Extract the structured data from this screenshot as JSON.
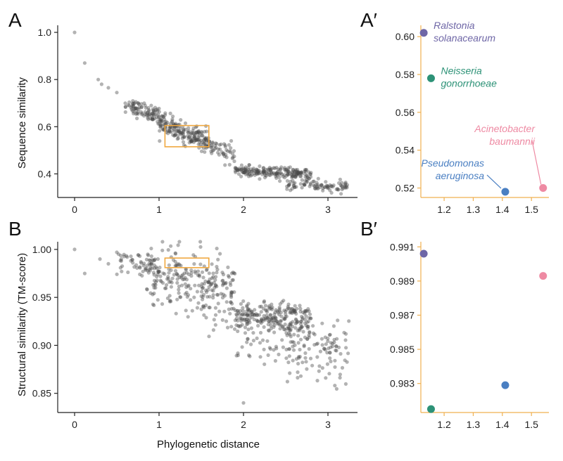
{
  "figure": {
    "shared_xlabel": "Phylogenetic distance"
  },
  "colors": {
    "cloud": "#4a4a4a",
    "highlight_box": "#f0a840",
    "zoom_axis": "#f0b050",
    "ralstonia": "#6e66a6",
    "neisseria": "#2d9277",
    "acinetobacter": "#ee8aa3",
    "pseudomonas": "#4a7fc2"
  },
  "chart_data": [
    {
      "panel": "A",
      "type": "scatter",
      "title": "",
      "xlabel": "",
      "ylabel": "Sequence similarity",
      "xlim": [
        -0.2,
        3.35
      ],
      "ylim": [
        0.3,
        1.03
      ],
      "xticks": [
        "0",
        "1",
        "2",
        "3"
      ],
      "yticks": [
        "1.0",
        "0.8",
        "0.6",
        "0.4"
      ],
      "grid": false,
      "highlight_box": {
        "x": [
          1.07,
          1.59
        ],
        "y": [
          0.515,
          0.605
        ]
      },
      "anchor_points": [
        {
          "x": 0.0,
          "y": 1.0
        },
        {
          "x": 0.12,
          "y": 0.87
        },
        {
          "x": 0.28,
          "y": 0.8
        },
        {
          "x": 0.32,
          "y": 0.78
        },
        {
          "x": 0.4,
          "y": 0.765
        },
        {
          "x": 0.5,
          "y": 0.745
        },
        {
          "x": 0.6,
          "y": 0.7
        }
      ],
      "clusters": [
        {
          "x": [
            0.6,
            1.0
          ],
          "center": 0.67,
          "slope": -0.1,
          "spread": 0.017,
          "count": 90
        },
        {
          "x": [
            1.0,
            1.6
          ],
          "center": 0.575,
          "slope": -0.14,
          "spread": 0.022,
          "count": 200
        },
        {
          "x": [
            1.6,
            1.9
          ],
          "center": 0.5,
          "slope": -0.15,
          "spread": 0.02,
          "count": 45
        },
        {
          "x": [
            1.9,
            2.8
          ],
          "center": 0.405,
          "slope": -0.015,
          "spread": 0.012,
          "count": 200
        },
        {
          "x": [
            2.5,
            3.25
          ],
          "center": 0.35,
          "slope": -0.01,
          "spread": 0.012,
          "count": 90
        }
      ]
    },
    {
      "panel": "A′",
      "type": "scatter",
      "title": "",
      "xlabel": "",
      "ylabel": "",
      "xlim": [
        1.12,
        1.56
      ],
      "ylim": [
        0.515,
        0.606
      ],
      "xticks": [
        "1.2",
        "1.3",
        "1.4",
        "1.5"
      ],
      "yticks": [
        "0.60",
        "0.58",
        "0.56",
        "0.54",
        "0.52"
      ],
      "grid": false,
      "points": [
        {
          "name_l1": "Ralstonia",
          "name_l2": "solanacearum",
          "x": 1.13,
          "y": 0.602,
          "color": "ralstonia"
        },
        {
          "name_l1": "Neisseria",
          "name_l2": "gonorrhoeae",
          "x": 1.155,
          "y": 0.578,
          "color": "neisseria"
        },
        {
          "name_l1": "Acinetobacter",
          "name_l2": "baumannii",
          "x": 1.54,
          "y": 0.52,
          "color": "acinetobacter"
        },
        {
          "name_l1": "Pseudomonas",
          "name_l2": "aeruginosa",
          "x": 1.41,
          "y": 0.518,
          "color": "pseudomonas"
        }
      ]
    },
    {
      "panel": "B",
      "type": "scatter",
      "title": "",
      "xlabel": "Phylogenetic distance",
      "ylabel": "Structural similarity (TM-score)",
      "xlim": [
        -0.2,
        3.35
      ],
      "ylim": [
        0.83,
        1.008
      ],
      "xticks": [
        "0",
        "1",
        "2",
        "3"
      ],
      "yticks": [
        "1.00",
        "0.95",
        "0.90",
        "0.85"
      ],
      "grid": false,
      "highlight_box": {
        "x": [
          1.07,
          1.59
        ],
        "y": [
          0.981,
          0.991
        ]
      },
      "anchor_points": [
        {
          "x": 0.0,
          "y": 1.0
        },
        {
          "x": 0.12,
          "y": 0.975
        },
        {
          "x": 0.3,
          "y": 0.99
        },
        {
          "x": 0.4,
          "y": 0.985
        },
        {
          "x": 0.5,
          "y": 0.997
        },
        {
          "x": 2.0,
          "y": 0.84
        }
      ],
      "clusters": [
        {
          "x": [
            0.5,
            1.0
          ],
          "center": 0.985,
          "slope": 0.0,
          "spread": 0.006,
          "count": 55
        },
        {
          "x": [
            0.85,
            1.9
          ],
          "center": 0.965,
          "slope": -0.02,
          "spread": 0.018,
          "count": 260
        },
        {
          "x": [
            1.9,
            2.8
          ],
          "center": 0.928,
          "slope": -0.003,
          "spread": 0.008,
          "count": 240
        },
        {
          "x": [
            1.9,
            2.6
          ],
          "center": 0.9,
          "slope": -0.01,
          "spread": 0.012,
          "count": 40
        },
        {
          "x": [
            2.5,
            3.25
          ],
          "center": 0.895,
          "slope": -0.005,
          "spread": 0.015,
          "count": 110
        }
      ]
    },
    {
      "panel": "B′",
      "type": "scatter",
      "title": "",
      "xlabel": "",
      "ylabel": "",
      "xlim": [
        1.12,
        1.56
      ],
      "ylim": [
        0.9813,
        0.9913
      ],
      "xticks": [
        "1.2",
        "1.3",
        "1.4",
        "1.5"
      ],
      "yticks": [
        "0.991",
        "0.989",
        "0.987",
        "0.985",
        "0.983"
      ],
      "grid": false,
      "points": [
        {
          "x": 1.13,
          "y": 0.9906,
          "color": "ralstonia"
        },
        {
          "x": 1.155,
          "y": 0.9815,
          "color": "neisseria"
        },
        {
          "x": 1.54,
          "y": 0.9893,
          "color": "acinetobacter"
        },
        {
          "x": 1.41,
          "y": 0.9829,
          "color": "pseudomonas"
        }
      ]
    }
  ]
}
